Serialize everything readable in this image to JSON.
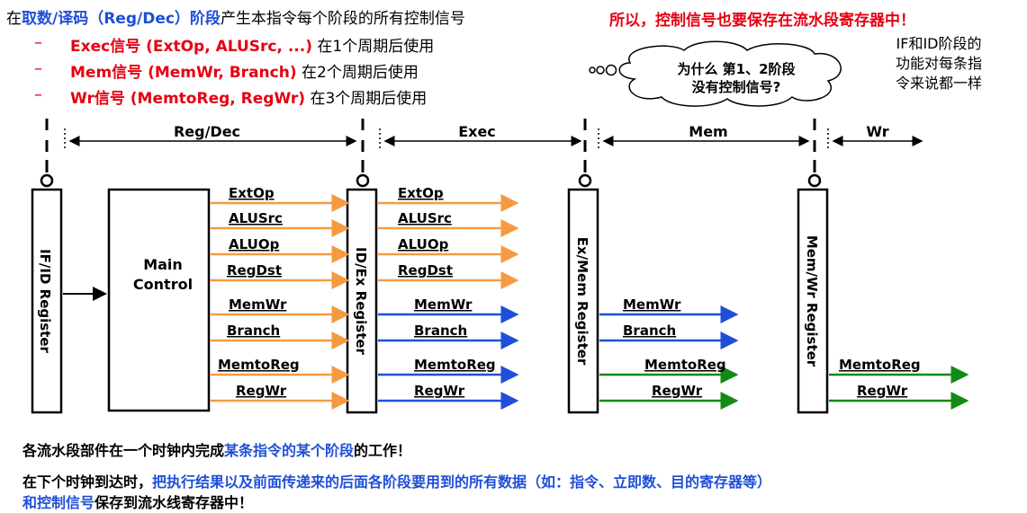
{
  "intro": {
    "prefix": "在",
    "stage": "取数/译码（Reg/Dec）阶段",
    "suffix": "产生本指令每个阶段的所有控制信号"
  },
  "red_note": "所以，控制信号也要保存在流水段寄存器中！",
  "bullets": [
    {
      "dash": "–",
      "label": "Exec信号 (ExtOp, ALUSrc, ...)",
      "text": "在1个周期后使用"
    },
    {
      "dash": "–",
      "label": "Mem信号 (MemWr, Branch)",
      "text": "在2个周期后使用"
    },
    {
      "dash": "–",
      "label": "Wr信号 (MemtoReg, RegWr)",
      "text": "在3个周期后使用"
    }
  ],
  "thought": {
    "line1": "为什么 第1、2阶段",
    "line2": "没有控制信号?"
  },
  "right_note": [
    "IF和ID阶段的",
    "功能对每条指",
    "令来说都一样"
  ],
  "stages": [
    "Reg/Dec",
    "Exec",
    "Mem",
    "Wr"
  ],
  "registers": {
    "ifid": "IF/ID Register",
    "idex": "ID/Ex Register",
    "exmem": "Ex/Mem Register",
    "memwr": "Mem/Wr Register"
  },
  "main_control": {
    "line1": "Main",
    "line2": "Control"
  },
  "signals": {
    "col1": [
      "ExtOp",
      "ALUSrc",
      "ALUOp",
      "RegDst",
      "MemWr",
      "Branch",
      "MemtoReg",
      "RegWr"
    ],
    "col2": [
      "ExtOp",
      "ALUSrc",
      "ALUOp",
      "RegDst",
      "MemWr",
      "Branch",
      "MemtoReg",
      "RegWr"
    ],
    "col3": [
      "MemWr",
      "Branch",
      "MemtoReg",
      "RegWr"
    ],
    "col4": [
      "MemtoReg",
      "RegWr"
    ]
  },
  "colors": {
    "orange": "#f59a42",
    "blue": "#1f4fd8",
    "green": "#138a13",
    "red": "#e60012"
  },
  "bottom": {
    "line1_a": "各流水段部件在一个时钟内完成",
    "line1_b": "某条指令的某个阶段",
    "line1_c": "的工作！",
    "line2_a": "在下个时钟到达时，",
    "line2_b": "把执行结果以及前面传递来的后面各阶段要用到的所有数据（如：指令、立即数、目的寄存器等）",
    "line3_a": "和控制信号",
    "line3_b": "保存到流水线寄存器中！"
  }
}
